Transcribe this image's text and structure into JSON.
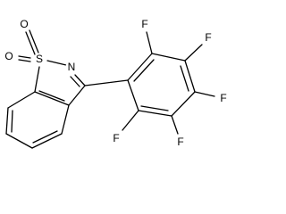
{
  "molecule": {
    "atoms": {
      "o1": "O",
      "o2": "O",
      "s": "S",
      "n": "N",
      "f_top": "F",
      "f_upper_right": "F",
      "f_right": "F",
      "f_lower_right": "F",
      "f_left": "F"
    }
  },
  "colors": {
    "bond": "#000000",
    "label": "#000000",
    "background": "#ffffff"
  }
}
